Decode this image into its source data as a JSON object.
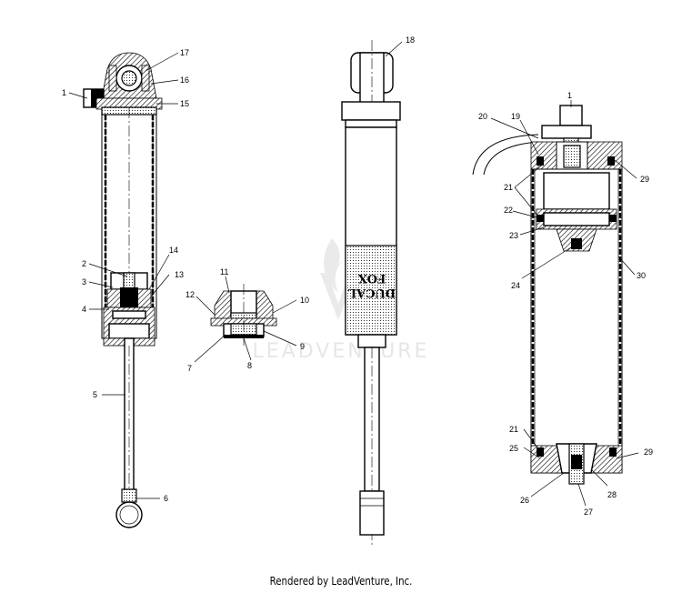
{
  "watermark": {
    "text": "LEADVENTURE",
    "color": "#e4e4e4"
  },
  "stamp": {
    "line1": "FOX",
    "line2": "DUCAL"
  },
  "footer": {
    "text": "Rendered by LeadVenture, Inc."
  },
  "callouts": [
    {
      "id": "c1a",
      "label": "1"
    },
    {
      "id": "c17",
      "label": "17"
    },
    {
      "id": "c16",
      "label": "16"
    },
    {
      "id": "c15",
      "label": "15"
    },
    {
      "id": "c2",
      "label": "2"
    },
    {
      "id": "c14",
      "label": "14"
    },
    {
      "id": "c3",
      "label": "3"
    },
    {
      "id": "c13",
      "label": "13"
    },
    {
      "id": "c4",
      "label": "4"
    },
    {
      "id": "c5",
      "label": "5"
    },
    {
      "id": "c6",
      "label": "6"
    },
    {
      "id": "c11",
      "label": "11"
    },
    {
      "id": "c12",
      "label": "12"
    },
    {
      "id": "c10",
      "label": "10"
    },
    {
      "id": "c9",
      "label": "9"
    },
    {
      "id": "c7",
      "label": "7"
    },
    {
      "id": "c8",
      "label": "8"
    },
    {
      "id": "c18",
      "label": "18"
    },
    {
      "id": "c1b",
      "label": "1"
    },
    {
      "id": "c20",
      "label": "20"
    },
    {
      "id": "c19",
      "label": "19"
    },
    {
      "id": "c29a",
      "label": "29"
    },
    {
      "id": "c21a",
      "label": "21"
    },
    {
      "id": "c22",
      "label": "22"
    },
    {
      "id": "c23",
      "label": "23"
    },
    {
      "id": "c24",
      "label": "24"
    },
    {
      "id": "c30",
      "label": "30"
    },
    {
      "id": "c21b",
      "label": "21"
    },
    {
      "id": "c25",
      "label": "25"
    },
    {
      "id": "c29b",
      "label": "29"
    },
    {
      "id": "c28",
      "label": "28"
    },
    {
      "id": "c26",
      "label": "26"
    },
    {
      "id": "c27",
      "label": "27"
    }
  ]
}
